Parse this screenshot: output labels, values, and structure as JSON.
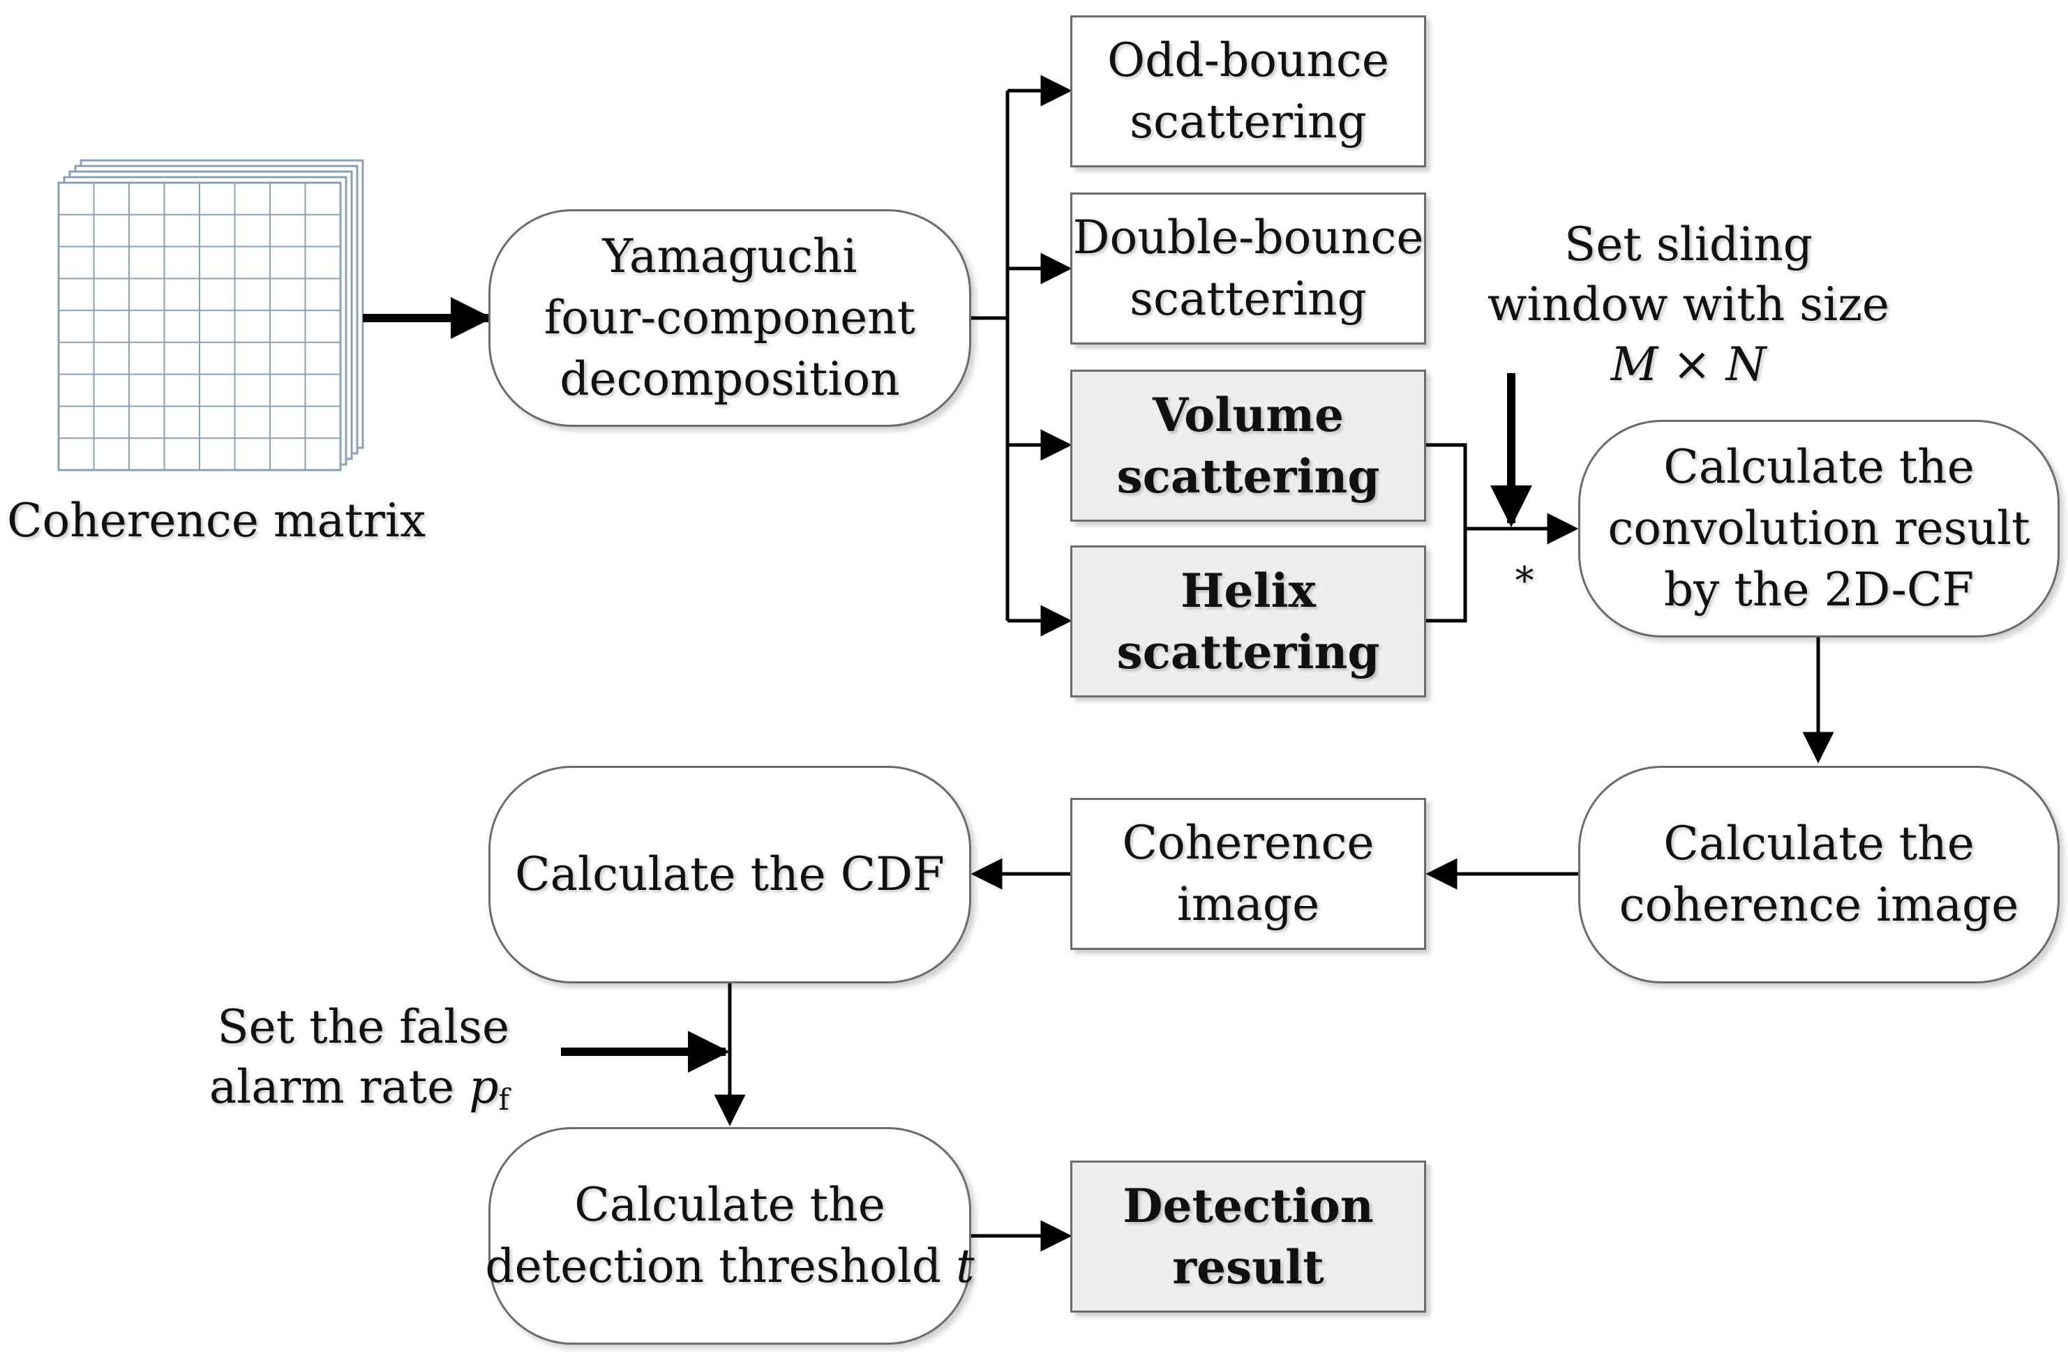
{
  "colors": {
    "stroke": "#000000",
    "node_border": "#6b6b6b",
    "shaded_fill": "#eeeeee",
    "matrix_grid": "#8aa0b8"
  },
  "matrix": {
    "caption": "Coherence matrix",
    "icon": "grid-stack-icon"
  },
  "nodes": {
    "yamaguchi": {
      "lines": [
        "Yamaguchi",
        "four-component",
        "decomposition"
      ]
    },
    "odd": {
      "lines": [
        "Odd-bounce",
        "scattering"
      ]
    },
    "double": {
      "lines": [
        "Double-bounce",
        "scattering"
      ]
    },
    "volume": {
      "lines": [
        "Volume",
        "scattering"
      ]
    },
    "helix": {
      "lines": [
        "Helix",
        "scattering"
      ]
    },
    "convolution": {
      "lines": [
        "Calculate the",
        "convolution result",
        "by the 2D-CF"
      ]
    },
    "calc_coh": {
      "lines": [
        "Calculate the",
        "coherence image"
      ]
    },
    "coh_image": {
      "lines": [
        "Coherence",
        "image"
      ]
    },
    "cdf": {
      "lines": [
        "Calculate the CDF"
      ]
    },
    "threshold": {
      "lines": [
        "Calculate the",
        "detection threshold"
      ],
      "var": "t"
    },
    "result": {
      "lines": [
        "Detection",
        "result"
      ]
    }
  },
  "labels": {
    "window": {
      "line1": "Set sliding",
      "line2": "window with size",
      "var_m": "M",
      "times": "×",
      "var_n": "N"
    },
    "star": "*",
    "false_alarm": {
      "line1": "Set the false",
      "line2": "alarm rate",
      "var": "p",
      "sub": "f"
    }
  }
}
